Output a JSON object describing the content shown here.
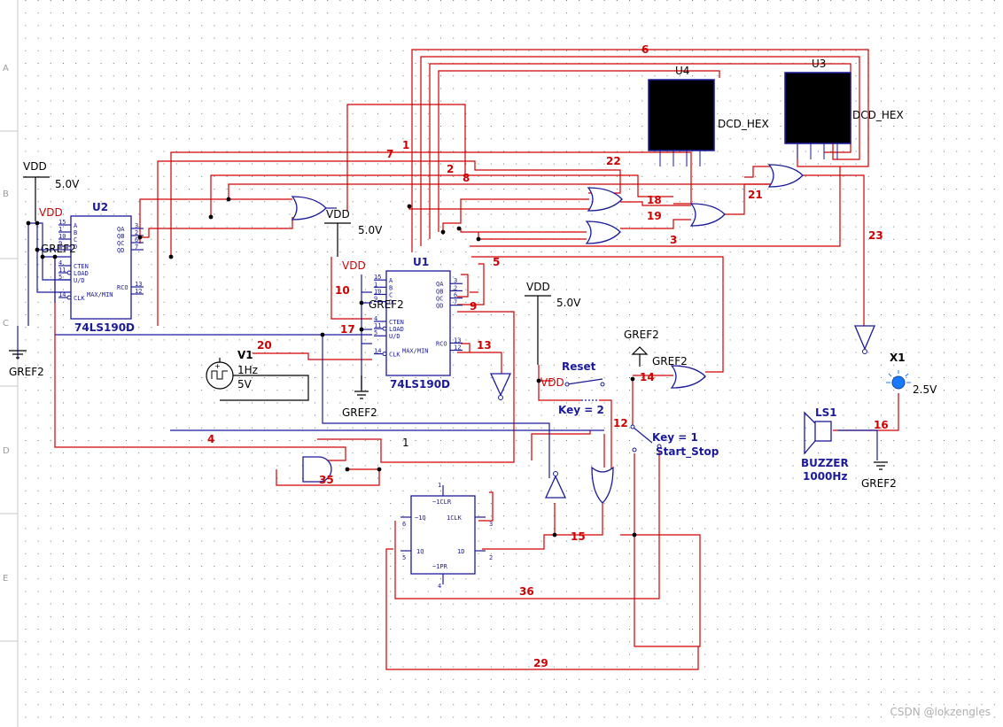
{
  "border": {
    "rows": [
      "A",
      "B",
      "C",
      "D",
      "E"
    ]
  },
  "components": {
    "u2": {
      "ref": "U2",
      "type": "74LS190D",
      "left_pins": [
        "A",
        "B",
        "C",
        "D",
        "CTEN",
        "LOAD",
        "U/D",
        "CLK"
      ],
      "left_nums": [
        "15",
        "1",
        "10",
        "9",
        "4",
        "11",
        "5",
        "14"
      ],
      "right_pins": [
        "QA",
        "QB",
        "QC",
        "QD",
        "RCO",
        "MAX/MIN"
      ],
      "right_nums": [
        "3",
        "2",
        "6",
        "7",
        "13",
        "12"
      ]
    },
    "u1": {
      "ref": "U1",
      "type": "74LS190D",
      "left_pins": [
        "A",
        "B",
        "C",
        "D",
        "CTEN",
        "LOAD",
        "U/D",
        "CLK"
      ],
      "left_nums": [
        "15",
        "1",
        "10",
        "9",
        "4",
        "11",
        "5",
        "14"
      ],
      "right_pins": [
        "QA",
        "QB",
        "QC",
        "QD",
        "RCO",
        "MAX/MIN"
      ],
      "right_nums": [
        "3",
        "2",
        "6",
        "7",
        "13",
        "12"
      ]
    },
    "u4": {
      "ref": "U4",
      "type": "DCD_HEX"
    },
    "u3": {
      "ref": "U3",
      "type": "DCD_HEX"
    },
    "ff": {
      "pins": [
        "~1CLR",
        "~1Q",
        "1CLK",
        "1Q",
        "1D",
        "~1PR"
      ],
      "nums": [
        "1",
        "6",
        "3",
        "5",
        "2",
        "4"
      ]
    },
    "v1": {
      "ref": "V1",
      "freq": "1Hz",
      "amp": "5V"
    },
    "x1": {
      "ref": "X1",
      "value": "2.5V"
    },
    "ls1": {
      "ref": "LS1",
      "type": "BUZZER",
      "freq": "1000Hz"
    },
    "reset": {
      "name": "Reset",
      "key": "Key = 2"
    },
    "startstop": {
      "name": "Start_Stop",
      "key": "Key = 1"
    }
  },
  "power": {
    "vdd": "VDD",
    "v5": "5.0V",
    "gnd": "GREF2"
  },
  "nets": [
    "6",
    "1",
    "7",
    "2",
    "8",
    "22",
    "18",
    "19",
    "21",
    "3",
    "23",
    "5",
    "10",
    "9",
    "17",
    "20",
    "13",
    "14",
    "12",
    "16",
    "4",
    "1",
    "35",
    "15",
    "36",
    "29"
  ],
  "watermark": "CSDN @lokzengles"
}
